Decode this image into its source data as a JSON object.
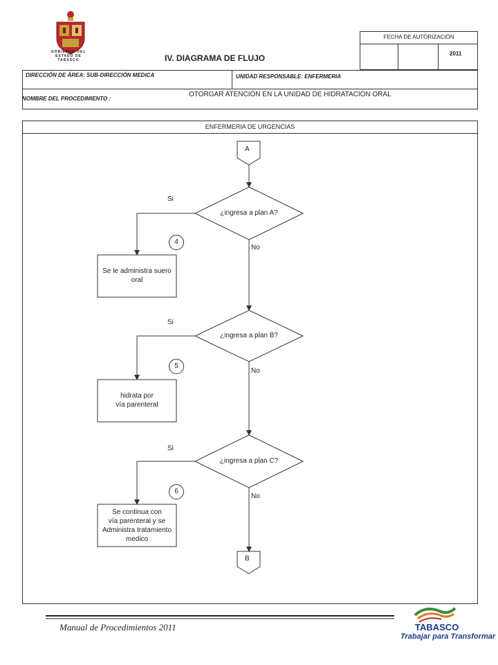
{
  "header": {
    "emblem_lines": [
      "GOBIERNO DEL",
      "ESTADO DE",
      "TABASCO"
    ],
    "title": "IV. DIAGRAMA  DE FLUJO",
    "fecha_label": "FECHA DE AUTORIZACIÓN",
    "year": "2011",
    "direccion": "DIRECCIÓN DE ÁREA: SUB-DIRECCIÓN MEDICA",
    "unidad": "UNIDAD RESPONSABLE: ENFERMERIA",
    "nombre_label": "NOMBRE DEL PROCEDIMIENTO :",
    "nombre_value": "OTORGAR ATENCIÓN EN LA UNIDAD DE HIDRATACIÓN ORAL"
  },
  "lane": {
    "title": "ENFERMERIA DE URGENCIAS"
  },
  "connectors": {
    "start": "A",
    "end": "B"
  },
  "decisions": [
    {
      "text": "¿ingresa a plan A?",
      "yes": "Si",
      "no": "No"
    },
    {
      "text": "¿ingresa a plan B?",
      "yes": "Si",
      "no": "No"
    },
    {
      "text": "¿ingresa a plan C?",
      "yes": "Si",
      "no": "No"
    }
  ],
  "steps": [
    {
      "number": "4",
      "lines": [
        "Se le administra suero",
        "oral"
      ]
    },
    {
      "number": "5",
      "lines": [
        "hidrata por",
        "vía parenteral"
      ]
    },
    {
      "number": "6",
      "lines": [
        "Se continua con",
        "vía parenteral y se",
        "Administra tratamiento",
        "medico"
      ]
    }
  ],
  "footer": {
    "manual": "Manual de Procedimientos 2011",
    "logo_word": "TABASCO",
    "slogan": "Trabajar para Transformar"
  },
  "colors": {
    "line": "#333333",
    "emblem_red": "#b8282b",
    "emblem_gold": "#c8a03a",
    "logo_green": "#3a8a3a",
    "logo_orange": "#e07a1a",
    "logo_red": "#c0282b",
    "logo_blue": "#1a3a8a"
  }
}
